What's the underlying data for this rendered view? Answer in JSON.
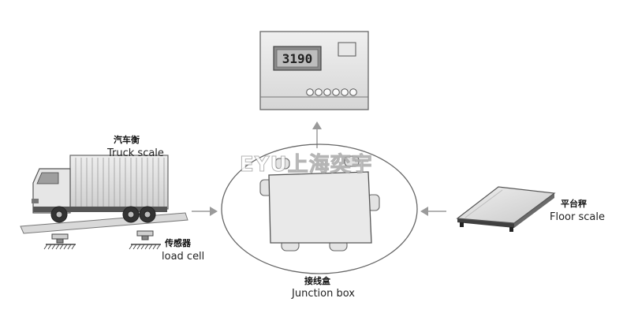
{
  "indicator": {
    "display_value": "3190"
  },
  "watermark": {
    "text": "EYU上海奕宇"
  },
  "truck_scale": {
    "label_cn": "汽车衡",
    "label_en": "Truck scale"
  },
  "load_cell": {
    "label_cn": "传感器",
    "label_en": "load cell"
  },
  "junction_box": {
    "label_cn": "接线盒",
    "label_en": "Junction box"
  },
  "floor_scale": {
    "label_cn": "平台秤",
    "label_en": "Floor scale"
  }
}
